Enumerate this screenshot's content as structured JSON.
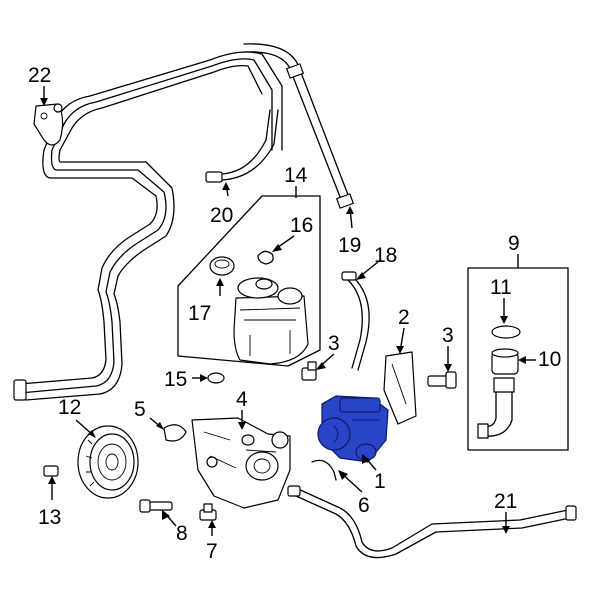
{
  "accent_color": "#2a44c8",
  "callouts": {
    "c1": "1",
    "c2": "2",
    "c3a": "3",
    "c3b": "3",
    "c4": "4",
    "c5": "5",
    "c6": "6",
    "c7": "7",
    "c8": "8",
    "c9": "9",
    "c10": "10",
    "c11": "11",
    "c12": "12",
    "c13": "13",
    "c14": "14",
    "c15": "15",
    "c16": "16",
    "c17": "17",
    "c18": "18",
    "c19": "19",
    "c20": "20",
    "c21": "21",
    "c22": "22"
  },
  "highlighted_part": "1"
}
